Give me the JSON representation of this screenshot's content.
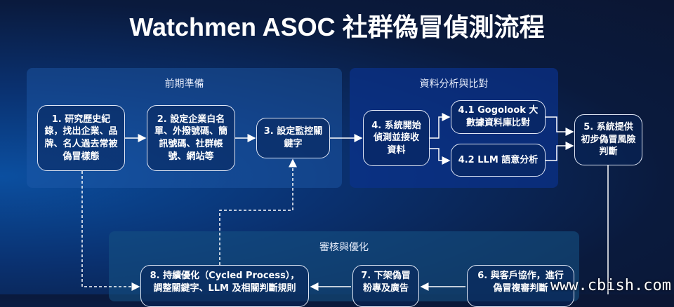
{
  "title": "Watchmen ASOC 社群偽冒偵測流程",
  "groups": {
    "prep": "前期準備",
    "analysis": "資料分析與比對",
    "review": "審核與優化"
  },
  "nodes": {
    "n1": "1. 研究歷史紀錄，找出企業、品牌、名人過去常被偽冒樣態",
    "n2": "2. 設定企業白名單、外撥號碼、簡訊號碼、社群帳號、網站等",
    "n3": "3. 設定監控關鍵字",
    "n4": "4. 系統開始偵測並接收資料",
    "n41": "4.1 Gogolook 大數據資料庫比對",
    "n42": "4.2 LLM 語意分析",
    "n5": "5. 系統提供初步偽冒風險判斷",
    "n6": "6. 與客戶協作，進行偽冒複審判斷",
    "n7": "7. 下架偽冒粉專及廣告",
    "n8": "8. 持續優化（Cycled Process），調整關鍵字、LLM 及相關判斷規則"
  },
  "watermark": "www.cbish.com"
}
